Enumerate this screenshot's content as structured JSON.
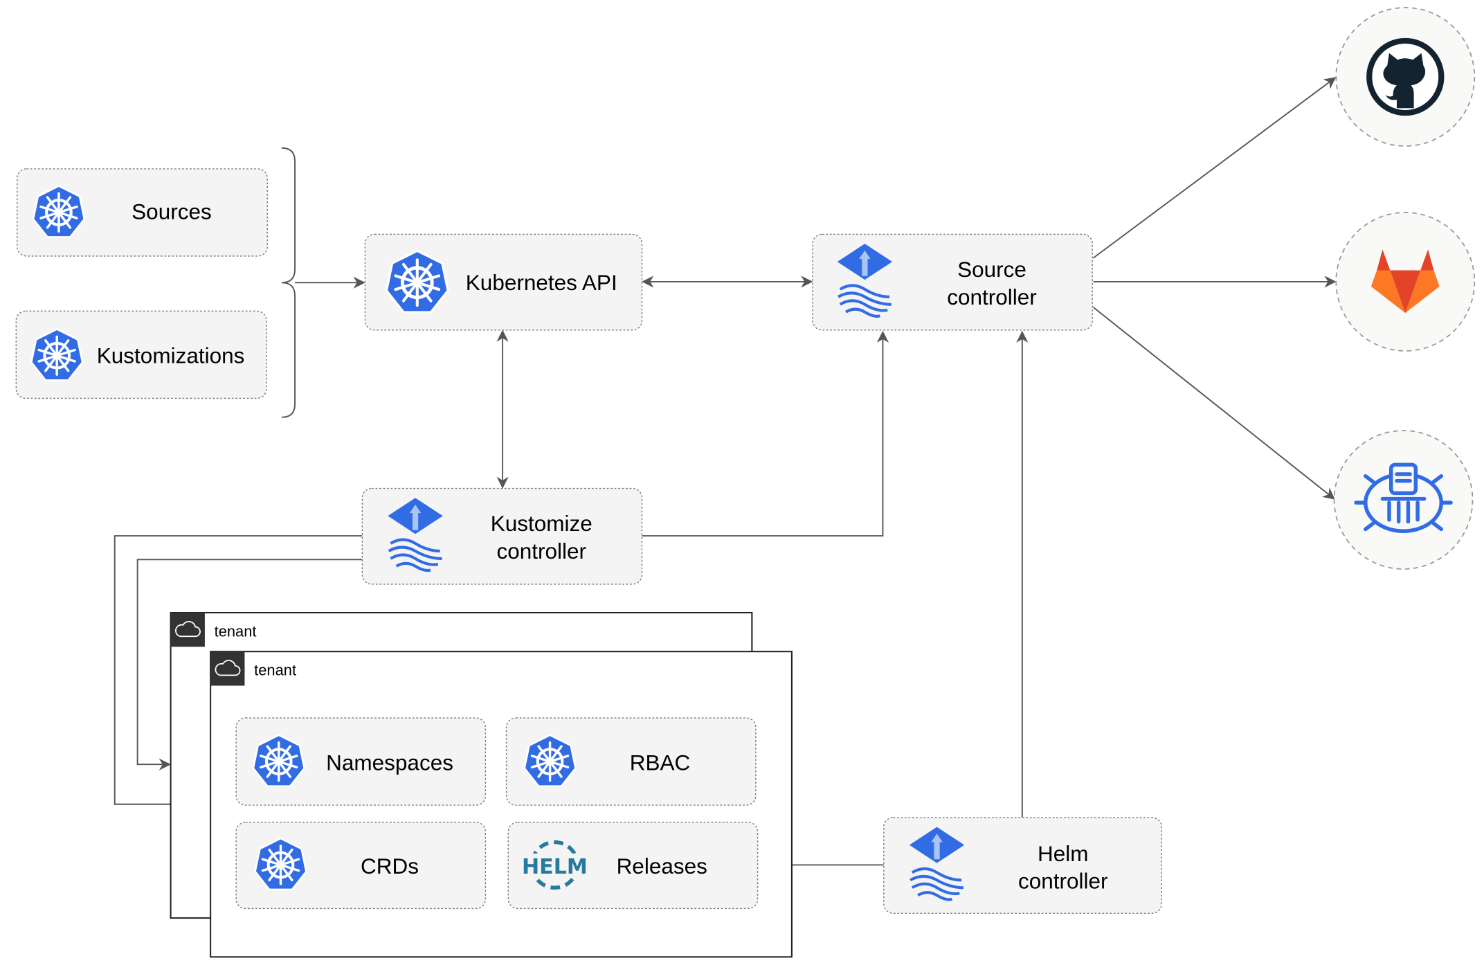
{
  "nodes": {
    "sources": "Sources",
    "kustomizations": "Kustomizations",
    "kubernetes_api": "Kubernetes API",
    "source_controller": [
      "Source",
      "controller"
    ],
    "kustomize_controller": [
      "Kustomize",
      "controller"
    ],
    "helm_controller": [
      "Helm",
      "controller"
    ],
    "namespaces": "Namespaces",
    "rbac": "RBAC",
    "crds": "CRDs",
    "releases": "Releases"
  },
  "groups": {
    "tenant_back": "tenant",
    "tenant_front": "tenant"
  },
  "icons": {
    "kubernetes": "kubernetes-helm-wheel-icon",
    "flux": "flux-icon",
    "helm": "helm-logo-icon",
    "github": "github-icon",
    "gitlab": "gitlab-icon",
    "bucket": "bucket-icon",
    "cloud": "cloud-icon"
  },
  "colors": {
    "k8s_blue": "#326ce5",
    "helm_blue": "#277a9f",
    "github_dark": "#13232f",
    "gitlab_orange": "#e24329",
    "gitlab_light": "#fca326",
    "box_fill": "#f4f4f4",
    "edge": "#555555"
  }
}
